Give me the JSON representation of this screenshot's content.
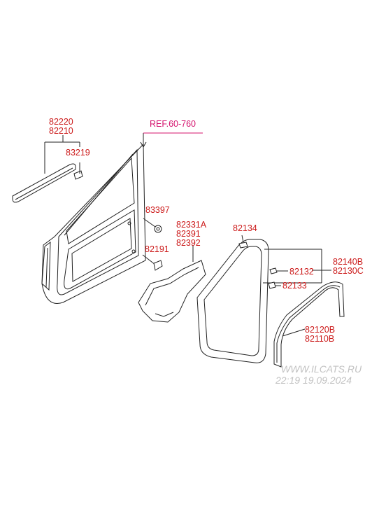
{
  "labels": {
    "p82220": "82220",
    "p82210": "82210",
    "p83219": "83219",
    "ref": "REF.60-760",
    "p83397": "83397",
    "p82191": "82191",
    "p82331A": "82331A",
    "p82391": "82391",
    "p82392": "82392",
    "p82134": "82134",
    "p82140B": "82140B",
    "p82130C": "82130C",
    "p82132": "82132",
    "p82133": "82133",
    "p82120B": "82120B",
    "p82110B": "82110B"
  },
  "watermark": {
    "site": "WWW.ILCATS.RU",
    "datetime": "22:19 19.09.2024"
  },
  "colors": {
    "label": "#cc1a1a",
    "ref_label": "#d4146e",
    "watermark": "#c2c2c2",
    "line": "#222222"
  }
}
